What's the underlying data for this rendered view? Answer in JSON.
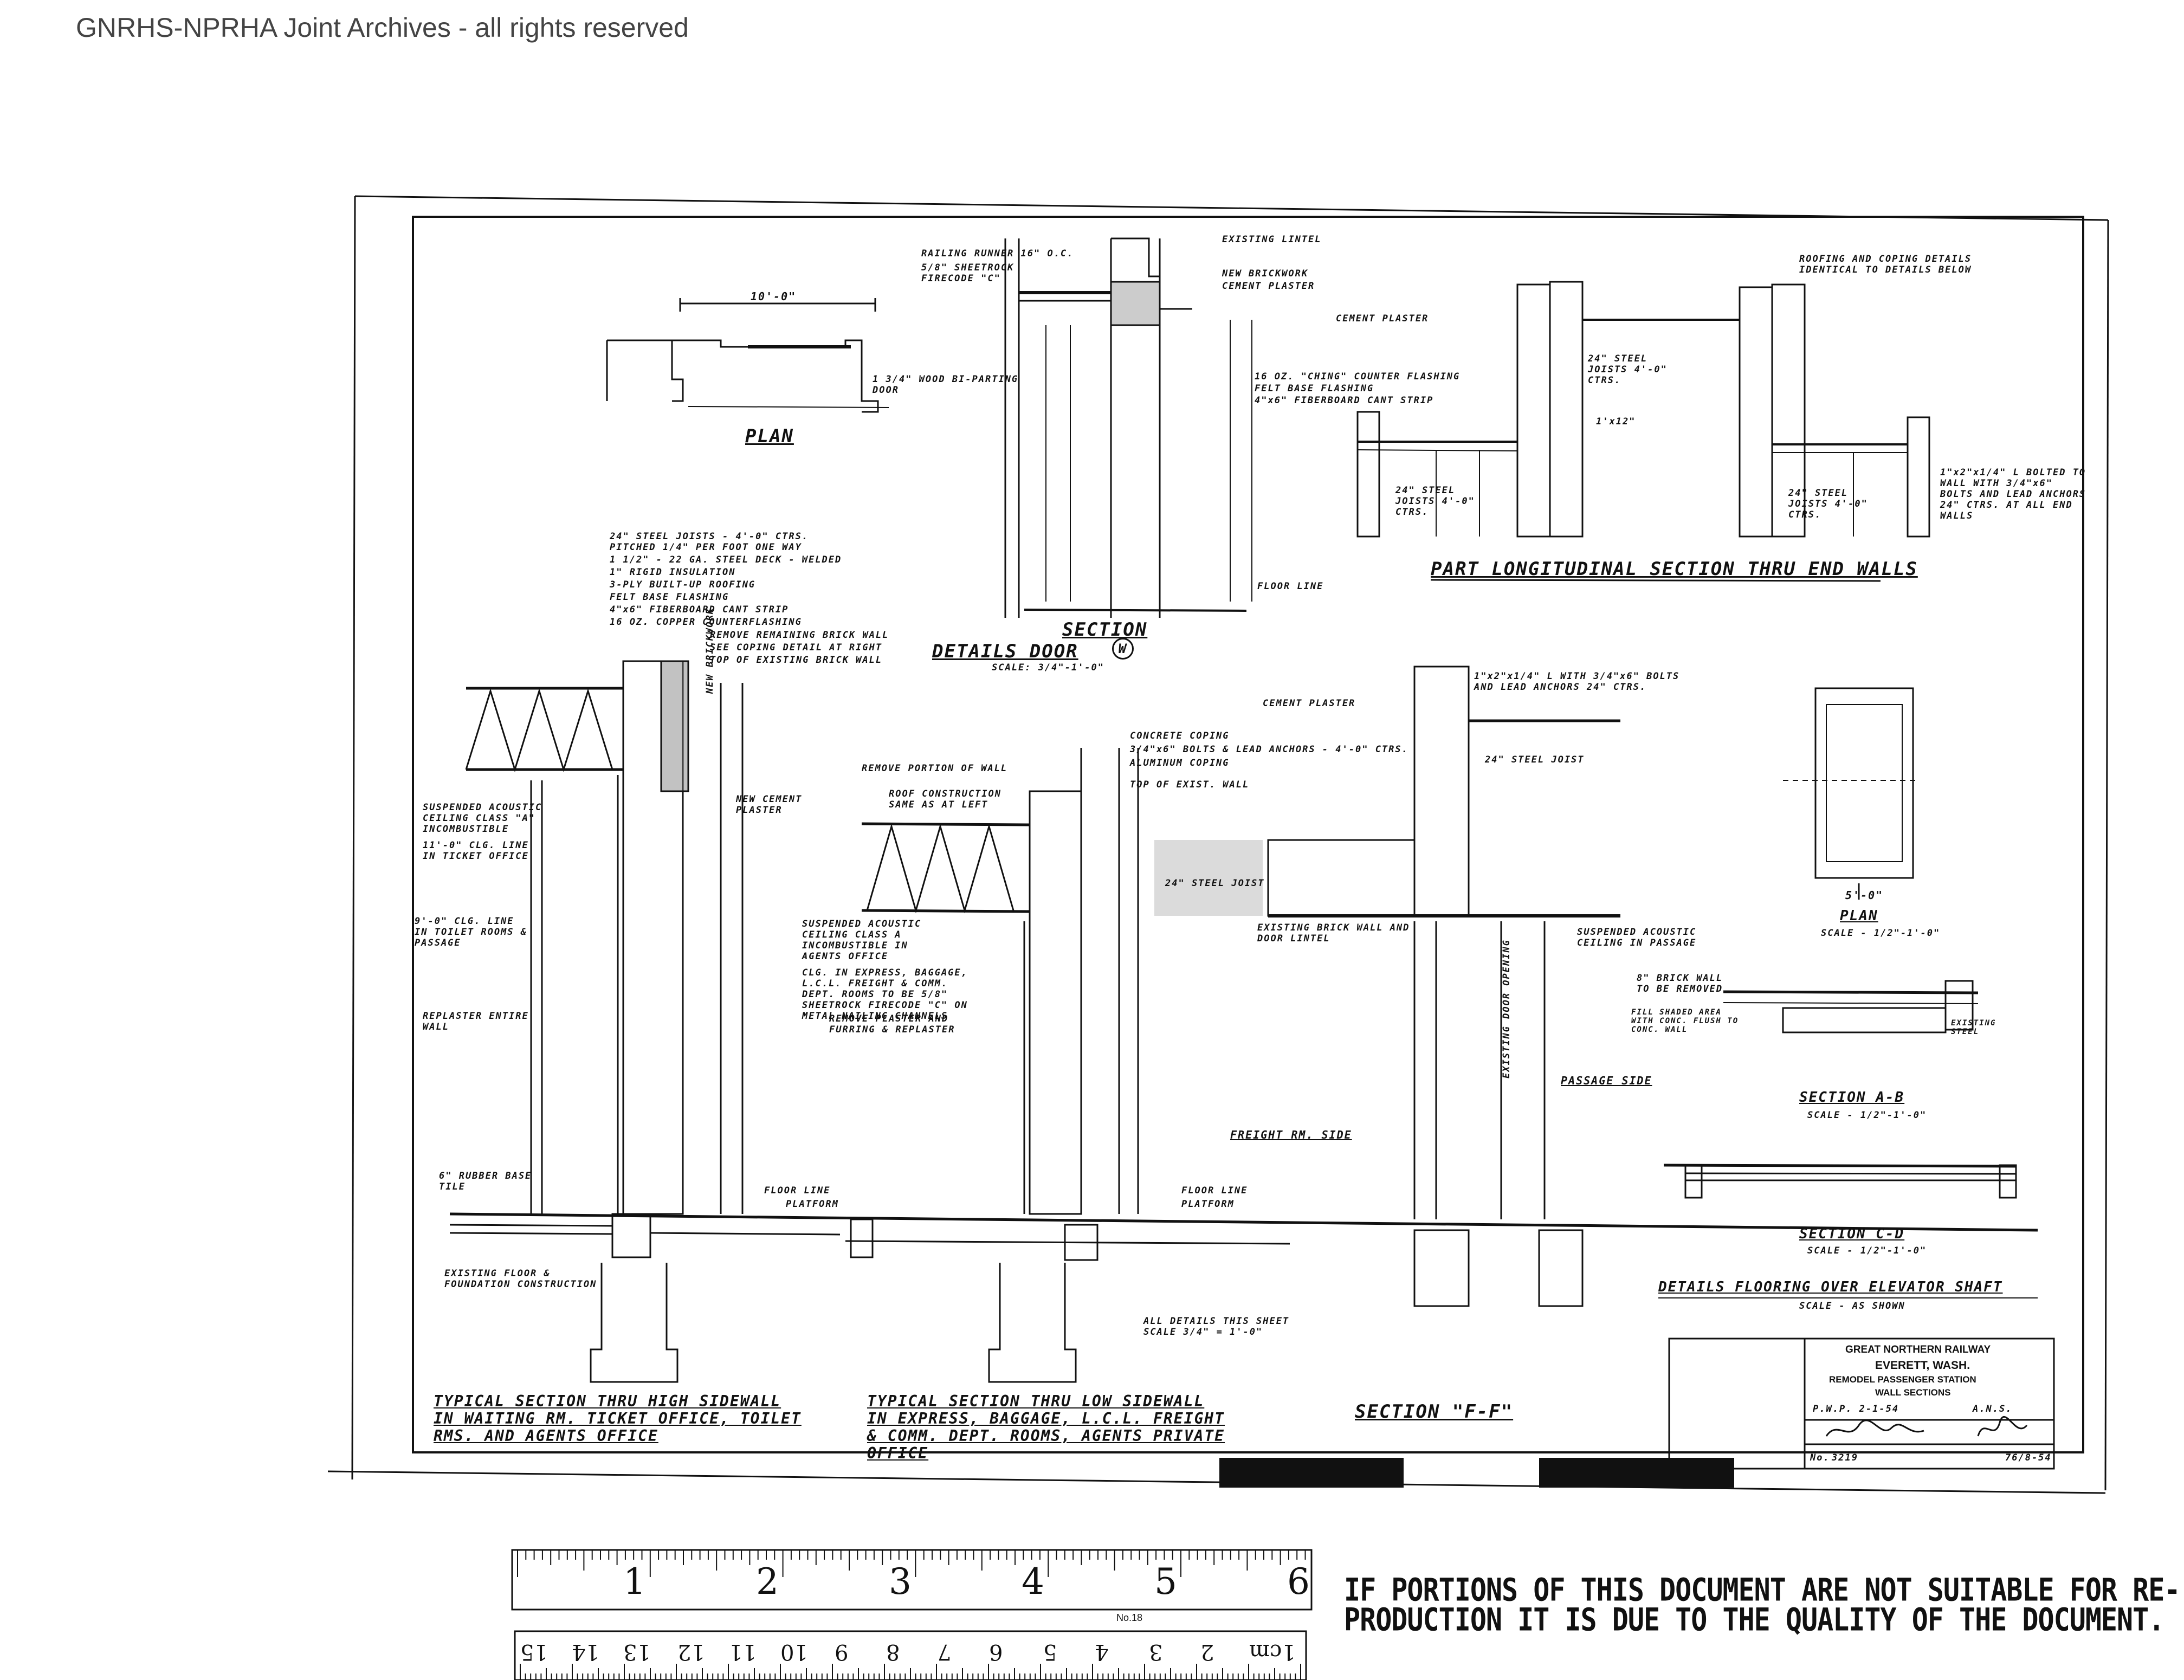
{
  "watermark": "GNRHS-NPRHA Joint Archives - all rights reserved",
  "top_details": {
    "plan_label": "PLAN",
    "plan_dim": "10'-0\"",
    "section_label": "SECTION",
    "details_door_label": "DETAILS DOOR",
    "door_mark": "W",
    "details_scale": "SCALE: 3/4\"-1'-0\"",
    "floor_line": "FLOOR LINE",
    "callouts": [
      "RAILING RUNNER 16\" O.C.",
      "5/8\" SHEETROCK FIRECODE \"C\"",
      "EXISTING LINTEL",
      "NEW BRICKWORK",
      "CEMENT PLASTER",
      "1 3/4\" WOOD BI-PARTING DOOR"
    ]
  },
  "end_walls": {
    "title": "PART LONGITUDINAL SECTION THRU END WALLS",
    "callouts": [
      "ROOFING AND COPING DETAILS IDENTICAL TO DETAILS BELOW",
      "CEMENT PLASTER",
      "16 OZ. \"CHING\" COUNTER FLASHING",
      "FELT BASE FLASHING",
      "4\"x6\" FIBERBOARD CANT STRIP",
      "24\" STEEL JOISTS 4'-0\" CTRS.",
      "1'x12\"",
      "24\" STEEL JOISTS 4'-0\" CTRS.",
      "24\" STEEL JOISTS 4'-0\" CTRS.",
      "1\"x2\"x1/4\" L BOLTED TO WALL WITH 3/4\"x6\" BOLTS AND LEAD ANCHORS 24\" CTRS. AT ALL END WALLS"
    ]
  },
  "high_sidewall": {
    "roof_callouts": [
      "24\" STEEL JOISTS - 4'-0\" CTRS. PITCHED 1/4\" PER FOOT ONE WAY",
      "1 1/2\" - 22 GA. STEEL DECK - WELDED",
      "1\" RIGID INSULATION",
      "3-PLY BUILT-UP ROOFING",
      "FELT BASE FLASHING",
      "4\"x6\" FIBERBOARD CANT STRIP",
      "16 OZ. COPPER COUNTERFLASHING",
      "REMOVE REMAINING BRICK WALL",
      "SEE COPING DETAIL AT RIGHT",
      "TOP OF EXISTING BRICK WALL"
    ],
    "side_callouts": [
      "SUSPENDED ACOUSTIC CEILING CLASS \"A\" INCOMBUSTIBLE",
      "11'-0\" CLG. LINE IN TICKET OFFICE",
      "9'-0\" CLG. LINE IN TOILET ROOMS & PASSAGE",
      "REPLASTER ENTIRE WALL",
      "6\" RUBBER BASE TILE",
      "NEW CEMENT PLASTER",
      "NEW BRICKWORK",
      "FLOOR LINE",
      "PLATFORM",
      "EXISTING FLOOR & FOUNDATION CONSTRUCTION"
    ],
    "title": "TYPICAL SECTION THRU HIGH SIDEWALL IN WAITING RM. TICKET OFFICE, TOILET RMS. AND AGENTS OFFICE"
  },
  "low_sidewall": {
    "callouts": [
      "REMOVE PORTION OF WALL",
      "ROOF CONSTRUCTION SAME AS AT LEFT",
      "CONCRETE COPING",
      "3/4\"x6\" BOLTS & LEAD ANCHORS - 4'-0\" CTRS.",
      "ALUMINUM COPING",
      "TOP OF EXIST. WALL",
      "SUSPENDED ACOUSTIC CEILING CLASS A INCOMBUSTIBLE IN AGENTS OFFICE",
      "CLG. IN EXPRESS, BAGGAGE, L.C.L. FREIGHT & COMM. DEPT. ROOMS TO BE 5/8\" SHEETROCK FIRECODE \"C\" ON METAL NAILING CHANNELS",
      "REMOVE PLASTER AND FURRING & REPLASTER",
      "FLOOR LINE",
      "PLATFORM",
      "ALL DETAILS THIS SHEET SCALE 3/4\" = 1'-0\""
    ],
    "title": "TYPICAL SECTION THRU LOW SIDEWALL IN EXPRESS, BAGGAGE, L.C.L. FREIGHT & COMM. DEPT. ROOMS, AGENTS PRIVATE OFFICE"
  },
  "section_ff": {
    "title": "SECTION \"F-F\"",
    "callouts": [
      "CEMENT PLASTER",
      "1\"x2\"x1/4\" L WITH 3/4\"x6\" BOLTS AND LEAD ANCHORS 24\" CTRS.",
      "24\" STEEL JOIST",
      "24\" STEEL JOIST",
      "EXISTING BRICK WALL AND DOOR LINTEL",
      "SUSPENDED ACOUSTIC CEILING IN PASSAGE",
      "PASSAGE SIDE",
      "FREIGHT RM. SIDE",
      "EXISTING DOOR OPENING"
    ]
  },
  "elevator": {
    "plan_label": "PLAN",
    "plan_scale": "SCALE - 1/2\"-1'-0\"",
    "plan_dim": "5'-0\"",
    "section_ab_label": "SECTION A-B",
    "section_ab_scale": "SCALE - 1/2\"-1'-0\"",
    "section_cd_label": "SECTION C-D",
    "section_cd_scale": "SCALE - 1/2\"-1'-0\"",
    "title": "DETAILS FLOORING OVER ELEVATOR SHAFT",
    "title_scale": "SCALE - AS SHOWN",
    "callouts": [
      "8\" BRICK WALL TO BE REMOVED",
      "FILL SHADED AREA WITH CONC. FLUSH TO CONC. WALL",
      "EXISTING STEEL"
    ]
  },
  "title_block": {
    "railway": "GREAT NORTHERN RAILWAY",
    "location": "EVERETT, WASH.",
    "project": "REMODEL PASSENGER STATION",
    "subject": "WALL SECTIONS",
    "drawn": "P.W.P. 2-1-54",
    "checked": "A.N.S.",
    "number_prefix": "No.",
    "number": "3219",
    "sheet": "76/8-54"
  },
  "ruler": {
    "inch_marks": [
      "1",
      "2",
      "3",
      "4",
      "5",
      "6"
    ],
    "cm_marks": [
      "1cm",
      "2",
      "3",
      "4",
      "5",
      "6",
      "7",
      "8",
      "9",
      "10",
      "11",
      "12",
      "13",
      "14",
      "15"
    ],
    "label": "No.18"
  },
  "notice": {
    "line1": "IF PORTIONS OF THIS DOCUMENT ARE NOT SUITABLE FOR RE-",
    "line2": "PRODUCTION IT IS DUE TO THE QUALITY OF THE DOCUMENT."
  }
}
